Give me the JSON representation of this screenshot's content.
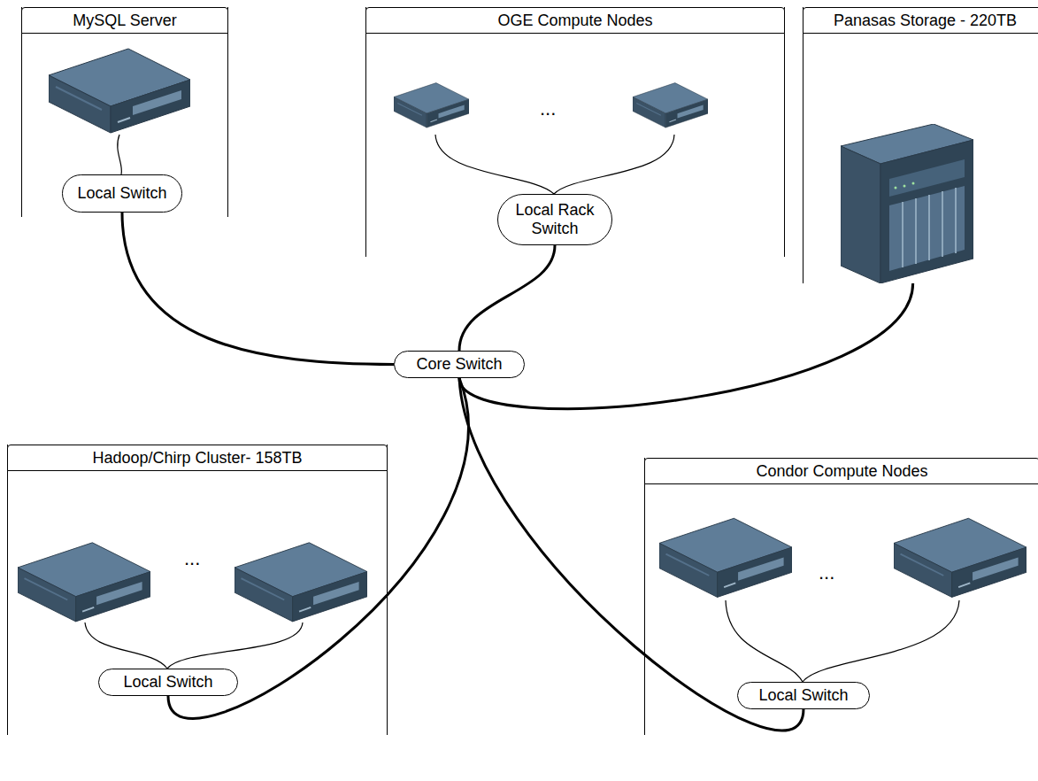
{
  "diagram": {
    "nodes": [
      {
        "text": [
          "MySQL Server"
        ]
      },
      {
        "text": [
          "Local Switch"
        ],
        "in": 0
      },
      {
        "text": [
          "OGE Compute Nodes"
        ]
      },
      {
        "text": [
          "Local Rack Switch"
        ],
        "in": 2
      },
      {
        "text": [
          "Panasas Storage - 220TB"
        ]
      },
      {
        "text": [
          "Core Switch"
        ]
      },
      {
        "text": [
          "Hadoop/Chirp Cluster- 158TB"
        ]
      },
      {
        "text": [
          "Local Switch"
        ],
        "in": 6
      },
      {
        "text": [
          "Condor Compute Nodes"
        ]
      },
      {
        "text": [
          "Local Switch"
        ],
        "in": 8
      }
    ],
    "edges": [
      {
        "from": 1,
        "to": 5,
        "arrow": "none"
      },
      {
        "from": 3,
        "to": 5,
        "arrow": "none"
      },
      {
        "from": 4,
        "to": 5,
        "arrow": "none"
      },
      {
        "from": 7,
        "to": 5,
        "arrow": "none"
      },
      {
        "from": 9,
        "to": 5,
        "arrow": "none"
      }
    ],
    "labels": [
      "...",
      "...",
      "..."
    ]
  }
}
